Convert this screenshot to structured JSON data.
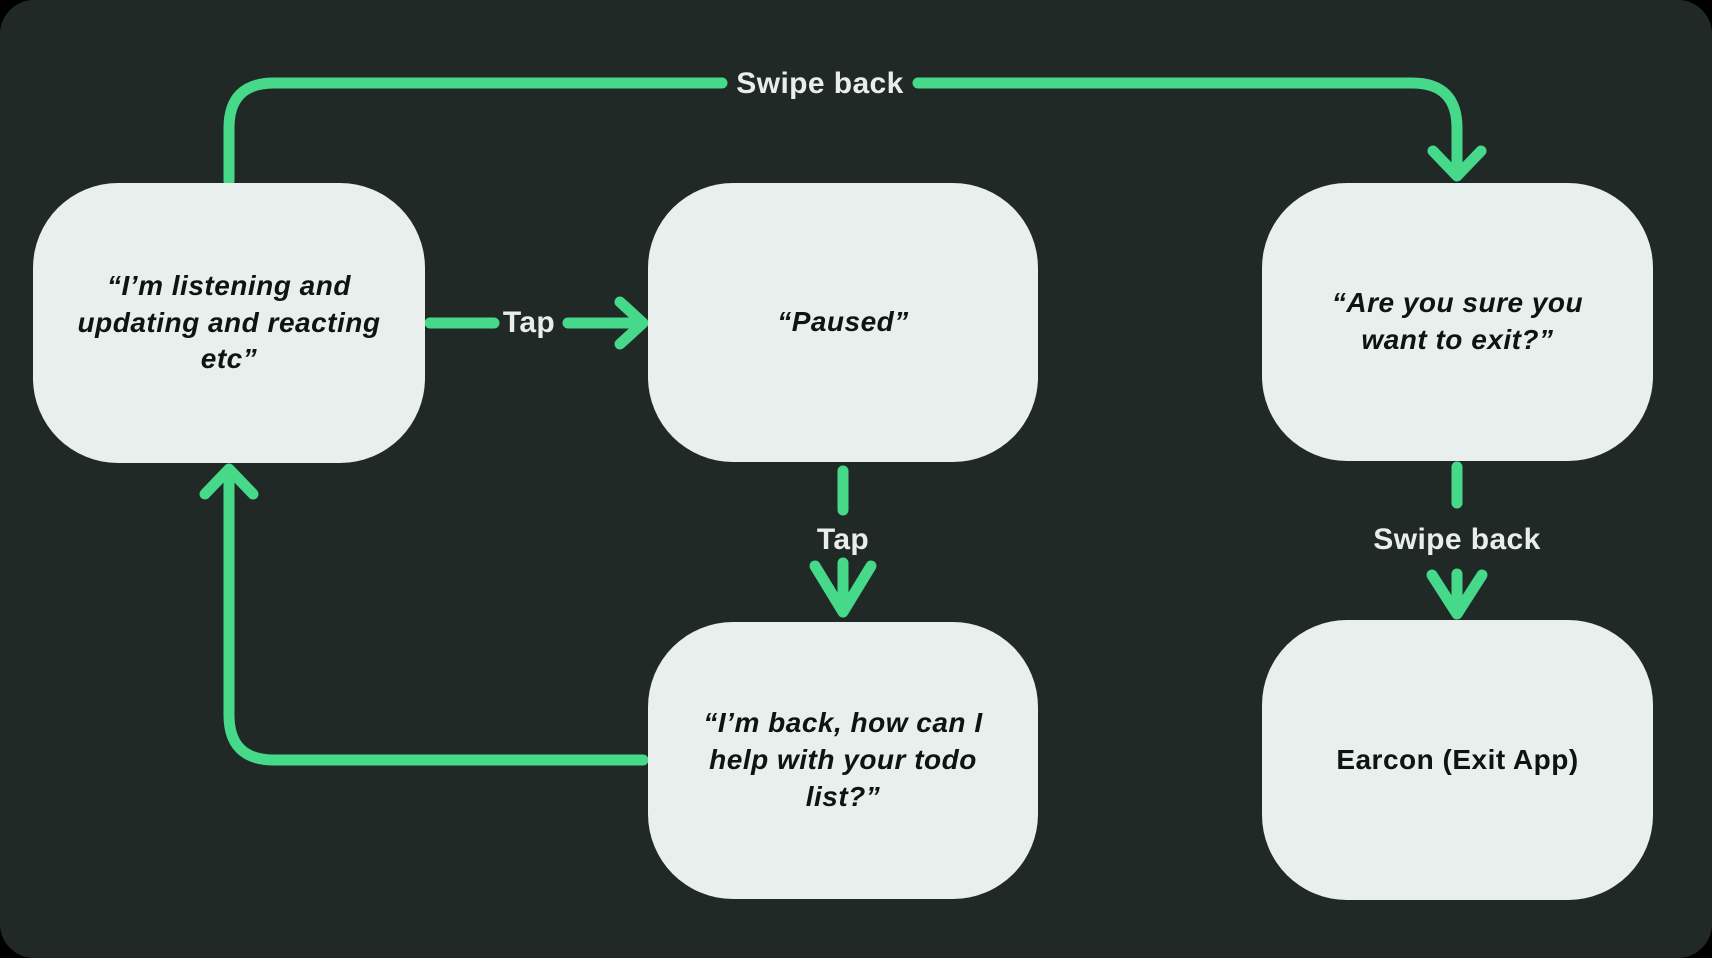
{
  "colors": {
    "page_bg": "#000000",
    "canvas_bg": "#212927",
    "node_fill": "#e8efec",
    "node_text": "#0d1413",
    "label_text": "#e9eeec",
    "accent_green": "#45d989"
  },
  "nodes": [
    {
      "id": "listening",
      "text": "“I’m listening and\nupdating and reacting\netc”"
    },
    {
      "id": "paused",
      "text": "“Paused”"
    },
    {
      "id": "confirm-exit",
      "text": "“Are you sure you\nwant to exit?”"
    },
    {
      "id": "back-help",
      "text": "“I’m back, how can I\nhelp with your todo\nlist?”"
    },
    {
      "id": "earcon-exit",
      "text": "Earcon (Exit App)"
    }
  ],
  "edge_labels": {
    "swipe_back_top": "Swipe back",
    "tap_right": "Tap",
    "tap_down": "Tap",
    "swipe_back_right": "Swipe back"
  }
}
